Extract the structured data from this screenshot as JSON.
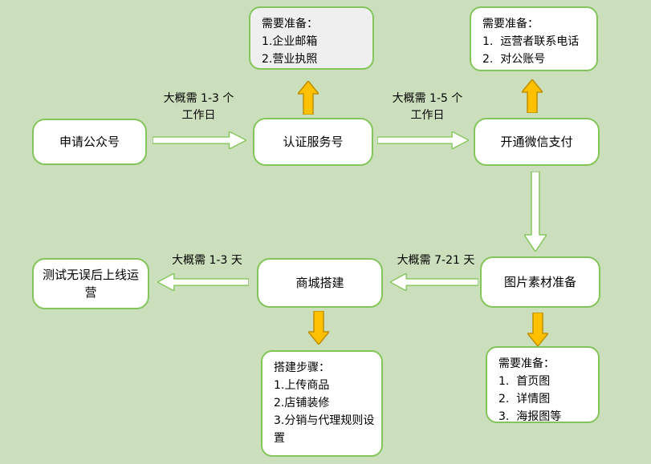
{
  "colors": {
    "background": "#ccdfbc",
    "box_border": "#84c55b",
    "box_fill": "#ffffff",
    "note_gray_fill": "#efefef",
    "orange_arrow_fill": "#ffc000",
    "orange_arrow_border": "#bf8f00",
    "text": "#000000"
  },
  "nodes": {
    "apply": "申请公众号",
    "verify": "认证服务号",
    "payment": "开通微信支付",
    "images": "图片素材准备",
    "build": "商城搭建",
    "launch": "测试无误后上线运营"
  },
  "edge_labels": {
    "apply_verify": "大概需 1-3 个\n工作日",
    "verify_payment": "大概需 1-5 个\n工作日",
    "images_build": "大概需 7-21 天",
    "build_launch": "大概需 1-3 天"
  },
  "notes": {
    "verify_prep": {
      "title": "需要准备：",
      "items": [
        "1.企业邮箱",
        "2.营业执照"
      ]
    },
    "payment_prep": {
      "title": "需要准备：",
      "items": [
        "1.  运营者联系电话",
        "2.  对公账号"
      ]
    },
    "images_prep": {
      "title": "需要准备：",
      "items": [
        "1.  首页图",
        "2.  详情图",
        "3.  海报图等"
      ]
    },
    "build_steps": {
      "title": "搭建步骤：",
      "items": [
        "1.上传商品",
        "2.店铺装修",
        "3.分销与代理规则设置"
      ]
    }
  }
}
